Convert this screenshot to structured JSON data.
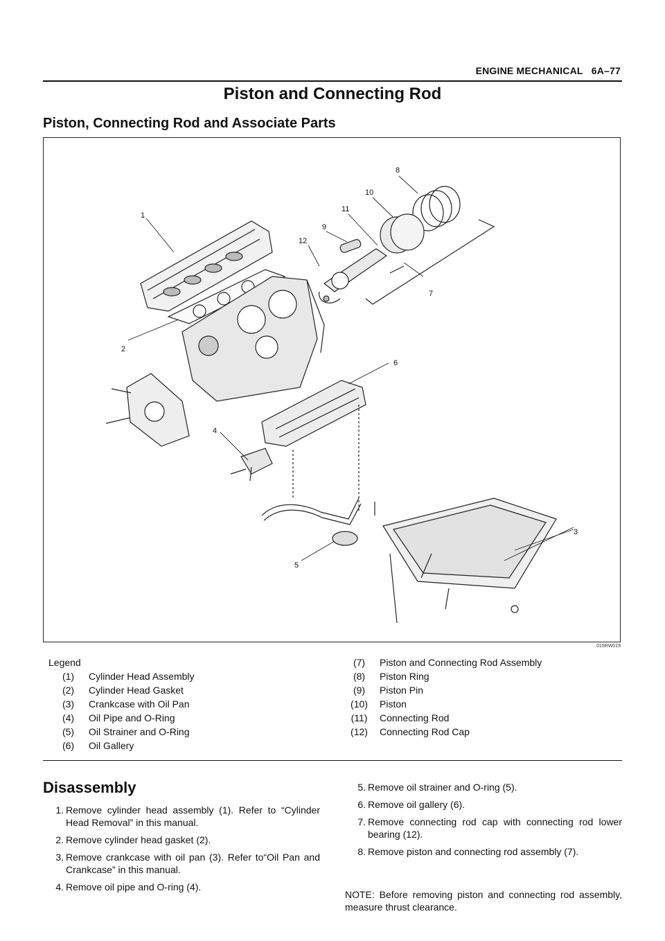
{
  "header": {
    "section": "ENGINE MECHANICAL",
    "page": "6A–77"
  },
  "title": "Piston and Connecting Rod",
  "subtitle": "Piston, Connecting Rod and Associate Parts",
  "figure": {
    "code": "015RW019",
    "callouts": [
      "1",
      "2",
      "3",
      "4",
      "5",
      "6",
      "7",
      "8",
      "9",
      "10",
      "11",
      "12"
    ]
  },
  "legend": {
    "title": "Legend",
    "items_left": [
      {
        "num": "(1)",
        "text": "Cylinder Head Assembly"
      },
      {
        "num": "(2)",
        "text": "Cylinder Head Gasket"
      },
      {
        "num": "(3)",
        "text": "Crankcase with Oil Pan"
      },
      {
        "num": "(4)",
        "text": "Oil Pipe and O-Ring"
      },
      {
        "num": "(5)",
        "text": "Oil Strainer and O-Ring"
      },
      {
        "num": "(6)",
        "text": "Oil Gallery"
      }
    ],
    "items_right": [
      {
        "num": "(7)",
        "text": "Piston and Connecting Rod Assembly"
      },
      {
        "num": "(8)",
        "text": "Piston Ring"
      },
      {
        "num": "(9)",
        "text": "Piston Pin"
      },
      {
        "num": "(10)",
        "text": "Piston"
      },
      {
        "num": "(11)",
        "text": "Connecting Rod"
      },
      {
        "num": "(12)",
        "text": "Connecting Rod Cap"
      }
    ]
  },
  "disassembly": {
    "heading": "Disassembly",
    "steps": [
      {
        "n": "1.",
        "text": "Remove cylinder head assembly (1). Refer to “Cylinder Head Removal” in this manual."
      },
      {
        "n": "2.",
        "text": "Remove cylinder head gasket (2)."
      },
      {
        "n": "3.",
        "text": "Remove crankcase with oil pan (3). Refer to“Oil Pan and Crankcase” in this manual."
      },
      {
        "n": "4.",
        "text": "Remove oil pipe and O-ring (4)."
      },
      {
        "n": "5.",
        "text": "Remove oil strainer and O-ring (5)."
      },
      {
        "n": "6.",
        "text": "Remove oil gallery (6)."
      },
      {
        "n": "7.",
        "text": "Remove connecting rod cap with connecting rod lower bearing (12)."
      },
      {
        "n": "8.",
        "text": "Remove piston and connecting rod assembly (7)."
      }
    ],
    "note": "NOTE: Before removing piston and connecting rod assembly, measure thrust clearance."
  }
}
